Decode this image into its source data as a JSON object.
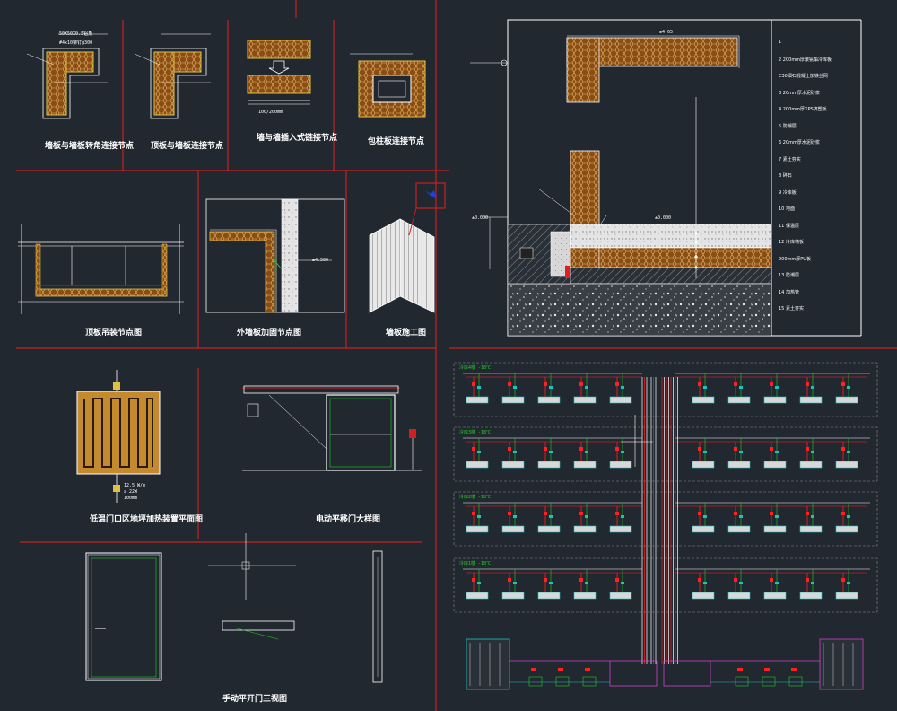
{
  "panels": {
    "p1_title": "墙板与墙板转角连接节点",
    "p2_title": "顶板与墙板连接节点",
    "p3_title": "墙与墙插入式链接节点",
    "p4_title": "包柱板连接节点",
    "p5_title": "顶板吊装节点图",
    "p6_title": "外墙板加固节点图",
    "p7_title": "墙板施工图",
    "p8_title": "低温门口区地坪加热装置平面图",
    "p9_title": "电动平移门大样图",
    "p10_title": "手动平开门三视图"
  },
  "dims": {
    "d1": "100/200mm",
    "elev_top": "±4.65",
    "elev_mid": "±0.000",
    "elev_left": "±0.000",
    "elev_wall": "±4.500",
    "spec_top": "50X50X0.5铝角",
    "spec_fix": "#4x10铆钉@300",
    "heat_a": "12.5 W/m",
    "heat_b": "≥ 22W",
    "heat_c": "100mm"
  },
  "legend": {
    "items": [
      "1",
      "2  200mm厚聚氨酯冷库板",
      "C30细石混凝土加铁丝网",
      "3  20mm厚水泥砂浆",
      "4  200mm厚XPS挤塑板",
      "5  防潮层",
      "6  20mm厚水泥砂浆",
      "7  素土夯实",
      "8  碎石",
      "9  冷库板",
      "10  地面",
      "11  保温层",
      "12  冷库墙板",
      "200mm厚PU板",
      "13  防潮层",
      "14  加热管",
      "15  素土夯实"
    ]
  },
  "floors": {
    "labels": [
      "冷库4楼 -18℃",
      "冷库3楼 -18℃",
      "冷库2楼 -18℃",
      "冷库1楼 -18℃"
    ]
  },
  "colors": {
    "bg": "#212830",
    "line": "#ffffff",
    "insul": "#9a5a1a",
    "red_line": "#c82020",
    "pipe_red": "#ff2020",
    "cyan": "#20c0c0",
    "green": "#20d020",
    "magenta": "#d040d0",
    "yellow": "#e0c040"
  }
}
